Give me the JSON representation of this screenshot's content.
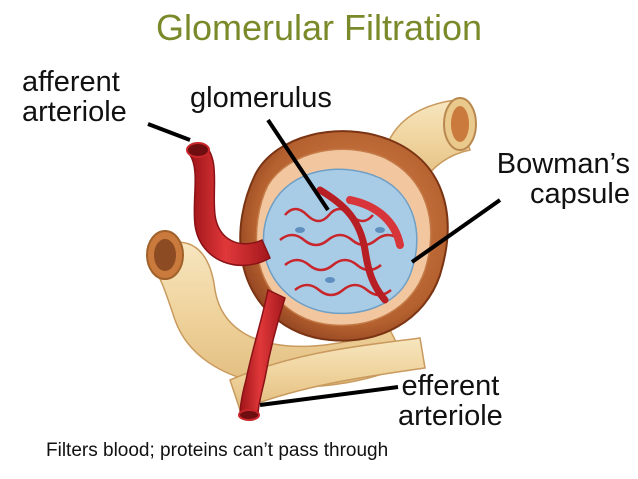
{
  "title": "Glomerular Filtration",
  "labels": {
    "afferent": [
      "afferent",
      "arteriole"
    ],
    "glomerulus": "glomerulus",
    "bowman": [
      "Bowman’s",
      "capsule"
    ],
    "efferent": [
      "efferent",
      "arteriole"
    ]
  },
  "caption": "Filters blood; proteins can’t pass through",
  "colors": {
    "title": "#7a8a2a",
    "artery_red": "#c8262a",
    "capsule_brown": "#a9552a",
    "tubule_tan": "#f1d9a8",
    "capillary_blue": "#a8cbe6"
  }
}
